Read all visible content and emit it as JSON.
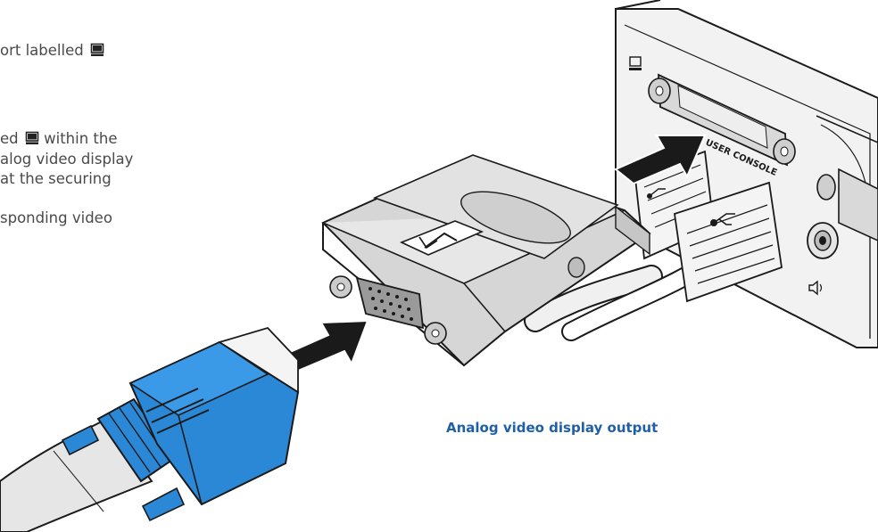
{
  "text": {
    "line1": "ort labelled",
    "line2": "ed",
    "line2b": "within the",
    "line3": "alog video display",
    "line4": "at the securing",
    "line5": "sponding video"
  },
  "illustration": {
    "caption": "Analog video display output",
    "console_label": "USER CONSOLE",
    "connector_color": "#2a88d6",
    "arrow_color": "#1a1a1a"
  },
  "icons": [
    "monitor-icon",
    "keyboard-icon",
    "speaker-icon",
    "usb-icon"
  ]
}
